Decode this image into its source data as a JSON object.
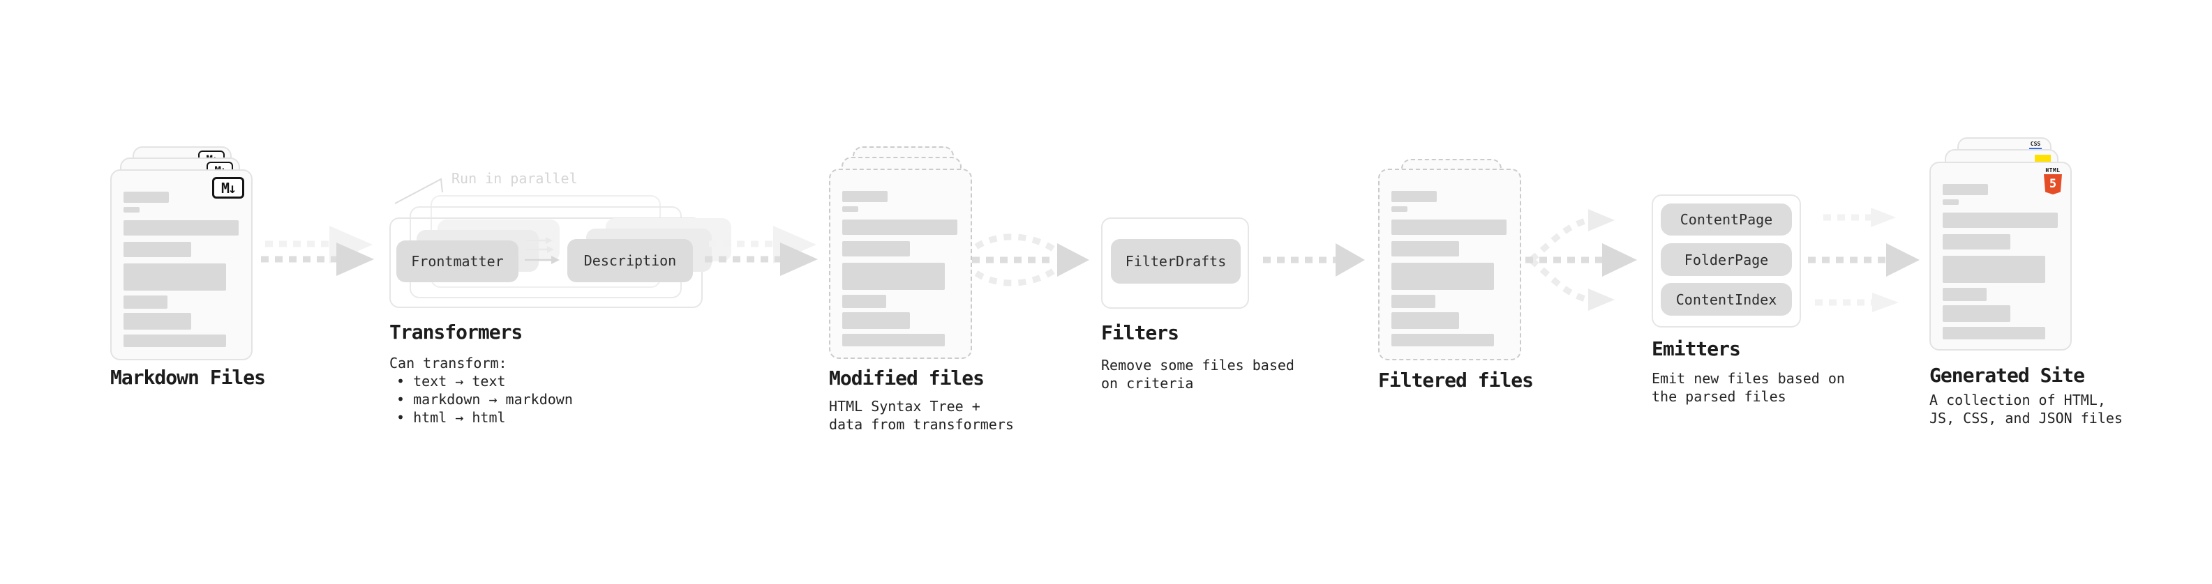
{
  "colors": {
    "ink": "#1c1c1c",
    "text": "#232323",
    "annotation": "#d5d5d5",
    "arrow": "#d9d9d9",
    "arrow_faint": "#ececec",
    "node_fill": "#dcdcdc",
    "card_bg": "#fafafa",
    "card_border": "#e3e3e3",
    "dashed_border": "#cbcbcb",
    "bar": "#d9d9d9",
    "css_blue": "#2e6bf0",
    "js_yellow": "#ffe000",
    "html5_orange": "#e44d26"
  },
  "stages": {
    "markdown": {
      "label": "Markdown Files",
      "badge": "M↓"
    },
    "transformers": {
      "label": "Transformers",
      "annotation": "Run in parallel",
      "node_left": "Frontmatter",
      "node_right": "Description",
      "caption_title": "Can transform:",
      "bullets": [
        "• text → text",
        "• markdown → markdown",
        "• html → html"
      ]
    },
    "modified": {
      "label": "Modified files",
      "caption_lines": [
        "HTML Syntax Tree +",
        "data from transformers"
      ]
    },
    "filters": {
      "label": "Filters",
      "node": "FilterDrafts",
      "caption_lines": [
        "Remove some files based",
        "on criteria"
      ]
    },
    "filtered": {
      "label": "Filtered files"
    },
    "emitters": {
      "label": "Emitters",
      "nodes": [
        "ContentPage",
        "FolderPage",
        "ContentIndex"
      ],
      "caption_lines": [
        "Emit new files based on",
        "the parsed files"
      ]
    },
    "site": {
      "label": "Generated Site",
      "caption_lines": [
        "A collection of HTML,",
        "JS, CSS, and JSON files"
      ],
      "css_badge": "CSS",
      "html_badge_text": "HTML",
      "html_badge_number": "5"
    }
  }
}
